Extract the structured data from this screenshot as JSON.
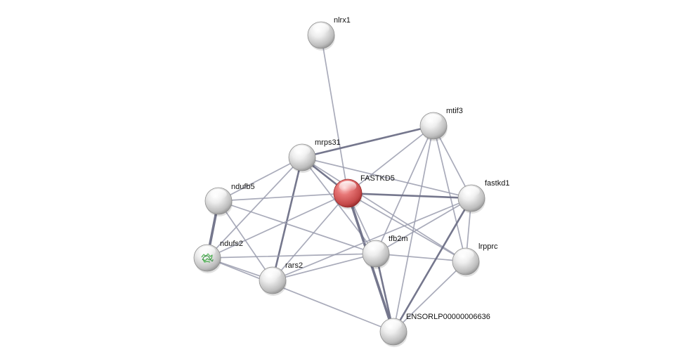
{
  "network": {
    "nodes": [
      {
        "id": "nlrx1",
        "label": "nlrx1",
        "query": false,
        "structure": false
      },
      {
        "id": "mtif3",
        "label": "mtif3",
        "query": false,
        "structure": false
      },
      {
        "id": "mrps31",
        "label": "mrps31",
        "query": false,
        "structure": false
      },
      {
        "id": "FASTKD5",
        "label": "FASTKD5",
        "query": true,
        "structure": false
      },
      {
        "id": "ndufb5",
        "label": "ndufb5",
        "query": false,
        "structure": false
      },
      {
        "id": "fastkd1",
        "label": "fastkd1",
        "query": false,
        "structure": false
      },
      {
        "id": "ndufs2",
        "label": "ndufs2",
        "query": false,
        "structure": true
      },
      {
        "id": "tfb2m",
        "label": "tfb2m",
        "query": false,
        "structure": false
      },
      {
        "id": "lrpprc",
        "label": "lrpprc",
        "query": false,
        "structure": false
      },
      {
        "id": "rars2",
        "label": "rars2",
        "query": false,
        "structure": false
      },
      {
        "id": "ENSORLP00000006636",
        "label": "ENSORLP00000006636",
        "query": false,
        "structure": false
      }
    ],
    "edges": [
      {
        "source": "nlrx1",
        "target": "FASTKD5",
        "weight": 1
      },
      {
        "source": "mrps31",
        "target": "mtif3",
        "weight": 2
      },
      {
        "source": "mrps31",
        "target": "FASTKD5",
        "weight": 2
      },
      {
        "source": "mrps31",
        "target": "ndufb5",
        "weight": 1
      },
      {
        "source": "mrps31",
        "target": "ndufs2",
        "weight": 1
      },
      {
        "source": "mrps31",
        "target": "rars2",
        "weight": 2
      },
      {
        "source": "mrps31",
        "target": "tfb2m",
        "weight": 1
      },
      {
        "source": "mrps31",
        "target": "fastkd1",
        "weight": 1
      },
      {
        "source": "mrps31",
        "target": "lrpprc",
        "weight": 1
      },
      {
        "source": "mtif3",
        "target": "FASTKD5",
        "weight": 1
      },
      {
        "source": "mtif3",
        "target": "tfb2m",
        "weight": 1
      },
      {
        "source": "mtif3",
        "target": "fastkd1",
        "weight": 1
      },
      {
        "source": "mtif3",
        "target": "lrpprc",
        "weight": 1
      },
      {
        "source": "mtif3",
        "target": "ENSORLP00000006636",
        "weight": 1
      },
      {
        "source": "FASTKD5",
        "target": "ndufb5",
        "weight": 1
      },
      {
        "source": "FASTKD5",
        "target": "fastkd1",
        "weight": 2
      },
      {
        "source": "FASTKD5",
        "target": "ndufs2",
        "weight": 1
      },
      {
        "source": "FASTKD5",
        "target": "rars2",
        "weight": 1
      },
      {
        "source": "FASTKD5",
        "target": "tfb2m",
        "weight": 1
      },
      {
        "source": "FASTKD5",
        "target": "lrpprc",
        "weight": 1
      },
      {
        "source": "FASTKD5",
        "target": "ENSORLP00000006636",
        "weight": 3
      },
      {
        "source": "ndufb5",
        "target": "ndufs2",
        "weight": 3
      },
      {
        "source": "ndufb5",
        "target": "rars2",
        "weight": 1
      },
      {
        "source": "ndufb5",
        "target": "tfb2m",
        "weight": 1
      },
      {
        "source": "ndufs2",
        "target": "rars2",
        "weight": 1
      },
      {
        "source": "ndufs2",
        "target": "tfb2m",
        "weight": 1
      },
      {
        "source": "ndufs2",
        "target": "ENSORLP00000006636",
        "weight": 1
      },
      {
        "source": "rars2",
        "target": "tfb2m",
        "weight": 1
      },
      {
        "source": "rars2",
        "target": "fastkd1",
        "weight": 1
      },
      {
        "source": "tfb2m",
        "target": "fastkd1",
        "weight": 1
      },
      {
        "source": "tfb2m",
        "target": "lrpprc",
        "weight": 1
      },
      {
        "source": "tfb2m",
        "target": "ENSORLP00000006636",
        "weight": 2
      },
      {
        "source": "fastkd1",
        "target": "lrpprc",
        "weight": 1
      },
      {
        "source": "fastkd1",
        "target": "ENSORLP00000006636",
        "weight": 2
      },
      {
        "source": "lrpprc",
        "target": "ENSORLP00000006636",
        "weight": 1
      }
    ]
  },
  "colors": {
    "edge": "#9a9cae",
    "edge_strong": "#6e7087",
    "node": "#e6e6e6",
    "node_shade": "#8f8f8f",
    "query_node": "#e05c5c",
    "query_node_shade": "#9a2a2a",
    "structure": "#4caf50"
  }
}
